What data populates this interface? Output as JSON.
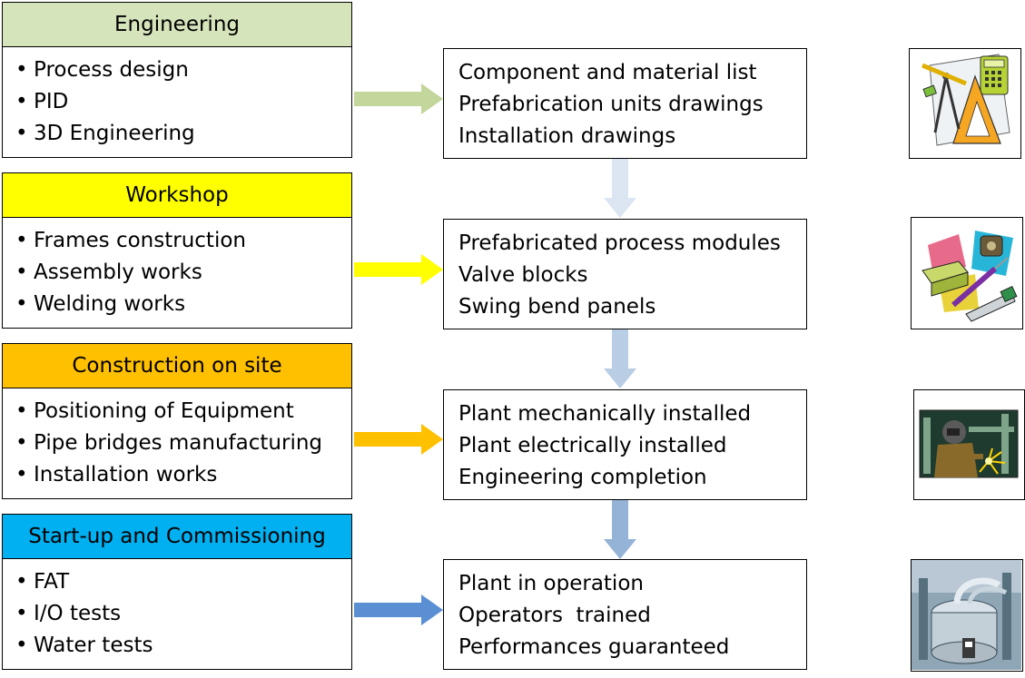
{
  "colors": {
    "engineering": "#d6e4bc",
    "workshop": "#ffff00",
    "construction": "#ffc000",
    "commissioning": "#00b0f0",
    "arrow_1": "#c3d69b",
    "arrow_2": "#ffff00",
    "arrow_3": "#ffc000",
    "arrow_4": "#5b8fd4",
    "down_1": "#dce6f2",
    "down_2": "#b9cde5",
    "down_3": "#95b3d7"
  },
  "stages": [
    {
      "title": "Engineering",
      "items": [
        "Process design",
        "PID",
        "3D Engineering"
      ],
      "outcomes": [
        "Component and material list",
        "Prefabrication units drawings",
        "Installation drawings"
      ],
      "icon": "drafting-tools-icon"
    },
    {
      "title": "Workshop",
      "items": [
        "Frames construction",
        "Assembly works",
        "Welding works"
      ],
      "outcomes": [
        "Prefabricated process modules",
        "Valve blocks",
        "Swing bend panels"
      ],
      "icon": "workshop-tools-icon"
    },
    {
      "title": "Construction on site",
      "items": [
        "Positioning of Equipment",
        "Pipe bridges manufacturing",
        "Installation works"
      ],
      "outcomes": [
        "Plant mechanically installed",
        "Plant electrically installed",
        "Engineering completion"
      ],
      "icon": "welder-icon"
    },
    {
      "title": "Start-up and Commissioning",
      "items": [
        "FAT",
        "I/O tests",
        "Water tests"
      ],
      "outcomes": [
        "Plant in operation",
        "Operators  trained",
        "Performances guaranteed"
      ],
      "icon": "process-plant-icon"
    }
  ]
}
